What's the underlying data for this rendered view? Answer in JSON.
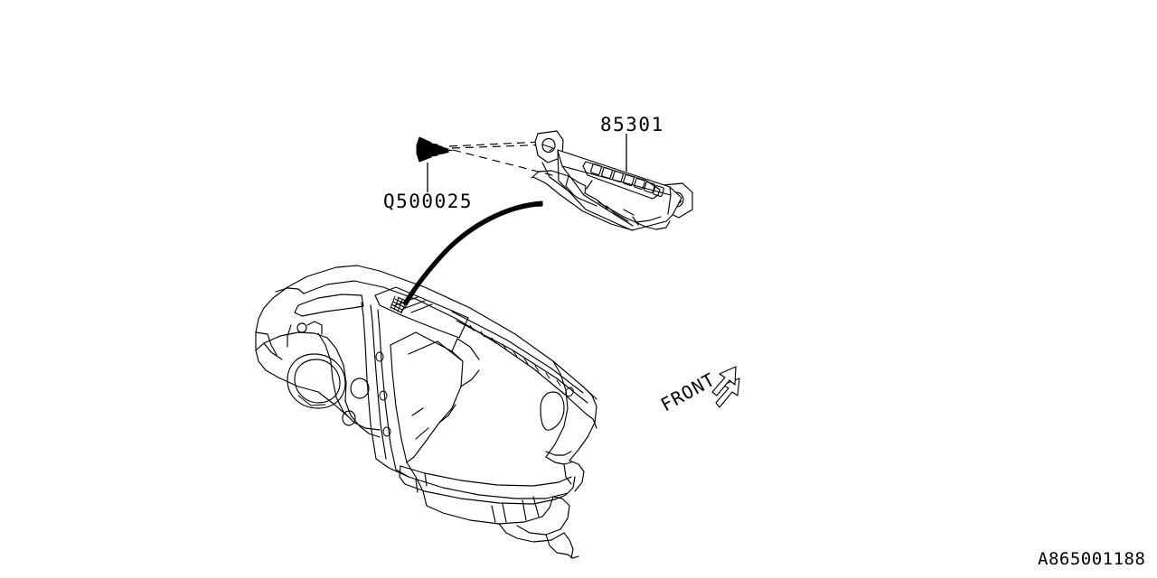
{
  "diagram": {
    "id_code": "A865001188",
    "background_color": "#ffffff",
    "line_color": "#000000",
    "orientation_marker": {
      "label": "FRONT",
      "icon": "front-arrow-icon",
      "direction": "up-right"
    },
    "parts": [
      {
        "number": "85301",
        "name": "switch-assembly-panel",
        "description": "instrument panel switch assembly",
        "button_slots": 7,
        "mounting_tabs": 2
      },
      {
        "number": "Q500025",
        "name": "tapping-screw",
        "description": "pan head tapping screw",
        "quantity_points": 2
      }
    ],
    "assembly": {
      "name": "instrument-panel-dashboard",
      "description": "instrument panel / dashboard assembly"
    }
  }
}
